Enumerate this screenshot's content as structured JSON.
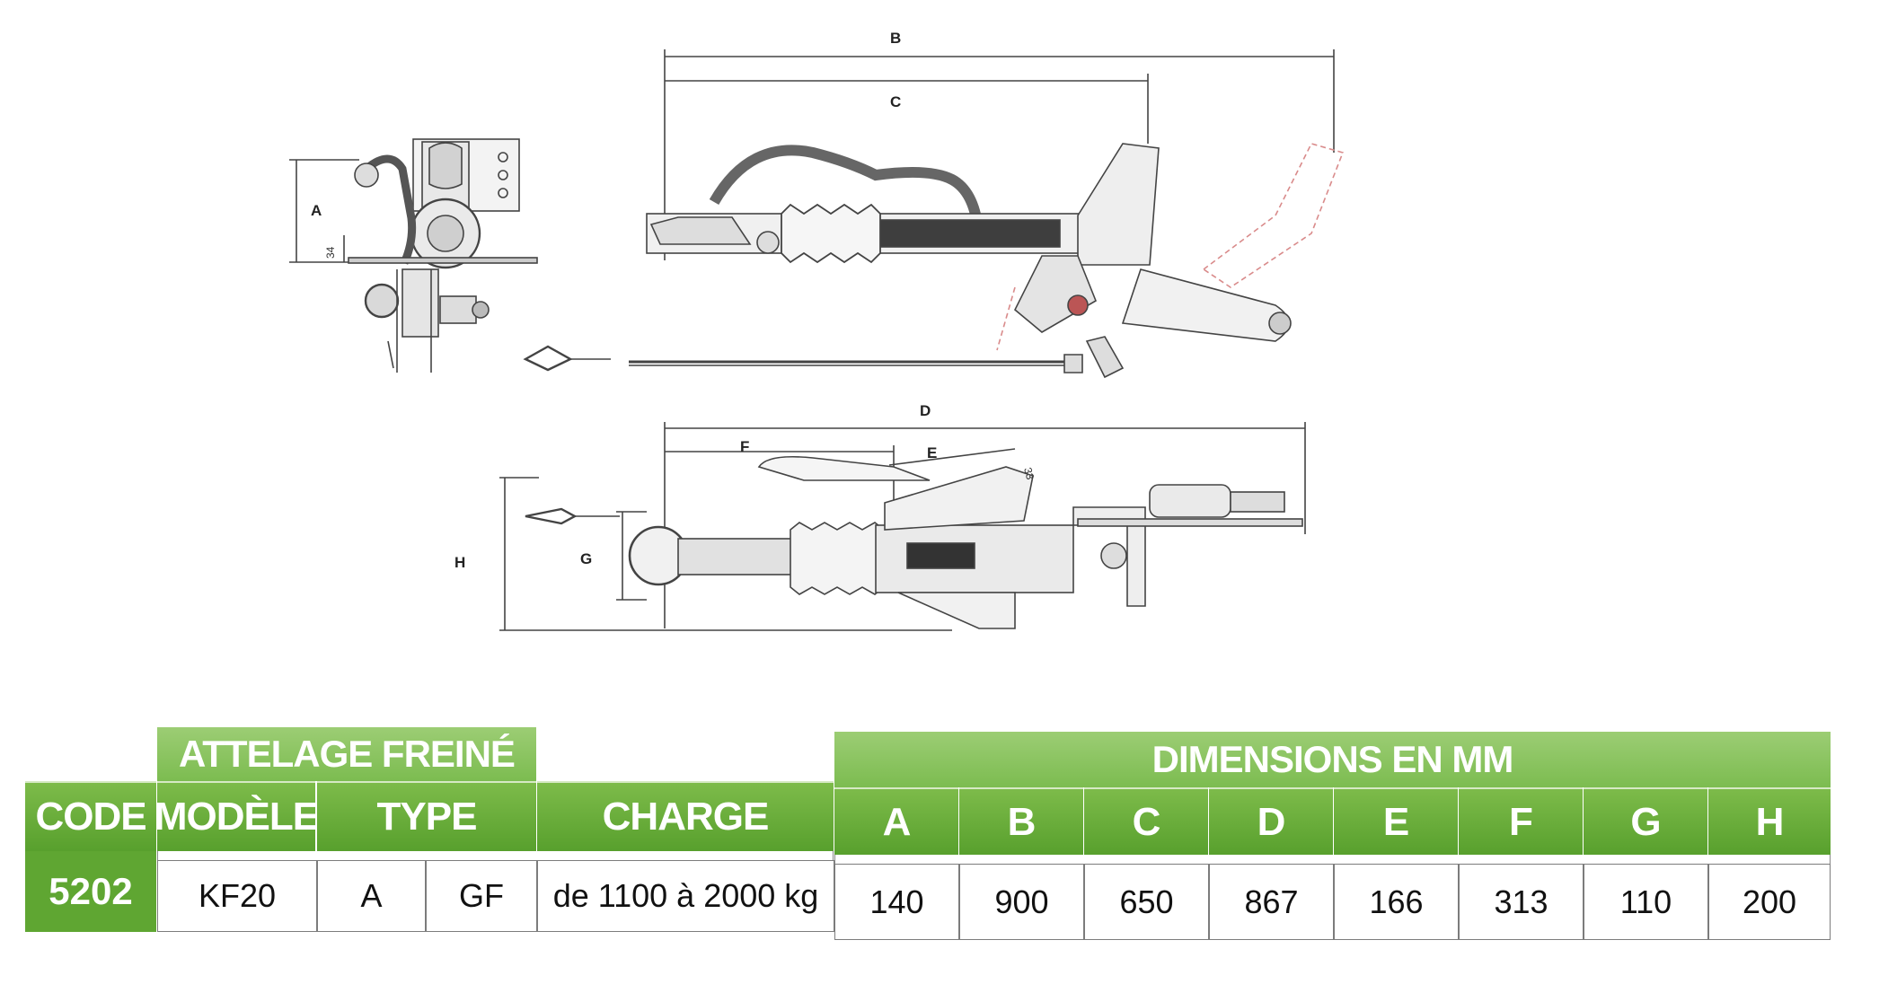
{
  "drawing": {
    "dim_labels": {
      "A": "A",
      "B": "B",
      "C": "C",
      "D": "D",
      "E": "E",
      "F": "F",
      "G": "G",
      "H": "H"
    },
    "small_labels": {
      "side_34": "34",
      "top_33": "33"
    }
  },
  "table": {
    "group_headers": {
      "attelage": "ATTELAGE FREINÉ",
      "dimensions": "DIMENSIONS EN MM"
    },
    "columns": {
      "code": "CODE",
      "modele": "MODÈLE",
      "type": "TYPE",
      "charge": "CHARGE",
      "dims": [
        "A",
        "B",
        "C",
        "D",
        "E",
        "F",
        "G",
        "H"
      ]
    },
    "row": {
      "code": "5202",
      "modele": "KF20",
      "type_1": "A",
      "type_2": "GF",
      "charge": "de 1100 à 2000 kg",
      "dims": [
        "140",
        "900",
        "650",
        "867",
        "166",
        "313",
        "110",
        "200"
      ]
    }
  }
}
